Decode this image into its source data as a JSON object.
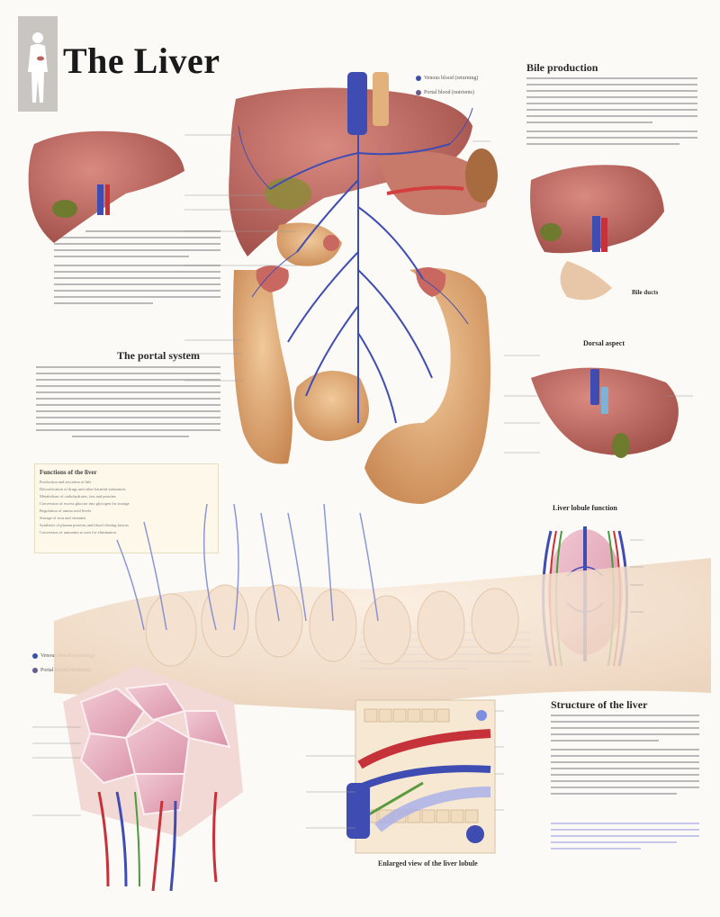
{
  "title": "The Liver",
  "sections": {
    "bile_production": "Bile production",
    "portal_system": "The portal system",
    "functions": "Functions of the liver",
    "dorsal_aspect": "Dorsal aspect",
    "lobule_function": "Liver lobule function",
    "structure": "Structure of the liver",
    "bile_ducts": "Bile ducts",
    "enlarged_view": "Enlarged view of the liver lobule"
  },
  "functions_list": [
    "Production and secretion of bile",
    "Detoxification of drugs and other harmful substances",
    "Metabolism of carbohydrates, fats and proteins",
    "Conversion of excess glucose into glycogen for storage",
    "Regulation of amino acid levels",
    "Storage of iron and vitamins",
    "Synthesis of plasma proteins and blood clotting factors",
    "Conversion of ammonia to urea for elimination"
  ],
  "legend_top": [
    {
      "label": "Venous blood (returning)",
      "color": "#3b4fa8"
    },
    {
      "label": "Portal blood (nutrients)",
      "color": "#6b5a8c"
    }
  ],
  "legend_bottom": [
    {
      "label": "Venous blood (returning)",
      "color": "#3b4fa8"
    },
    {
      "label": "Portal blood (nutrients)",
      "color": "#6b5a8c"
    }
  ],
  "colors": {
    "liver": "#b9625a",
    "liver_dark": "#8e3f3a",
    "vein_blue": "#3f4db3",
    "artery_red": "#c6323a",
    "intestine": "#d7a06a",
    "gallbladder": "#6e7a2e",
    "lobule_pink": "#e7b4c3",
    "tissue": "#efd9c3"
  }
}
